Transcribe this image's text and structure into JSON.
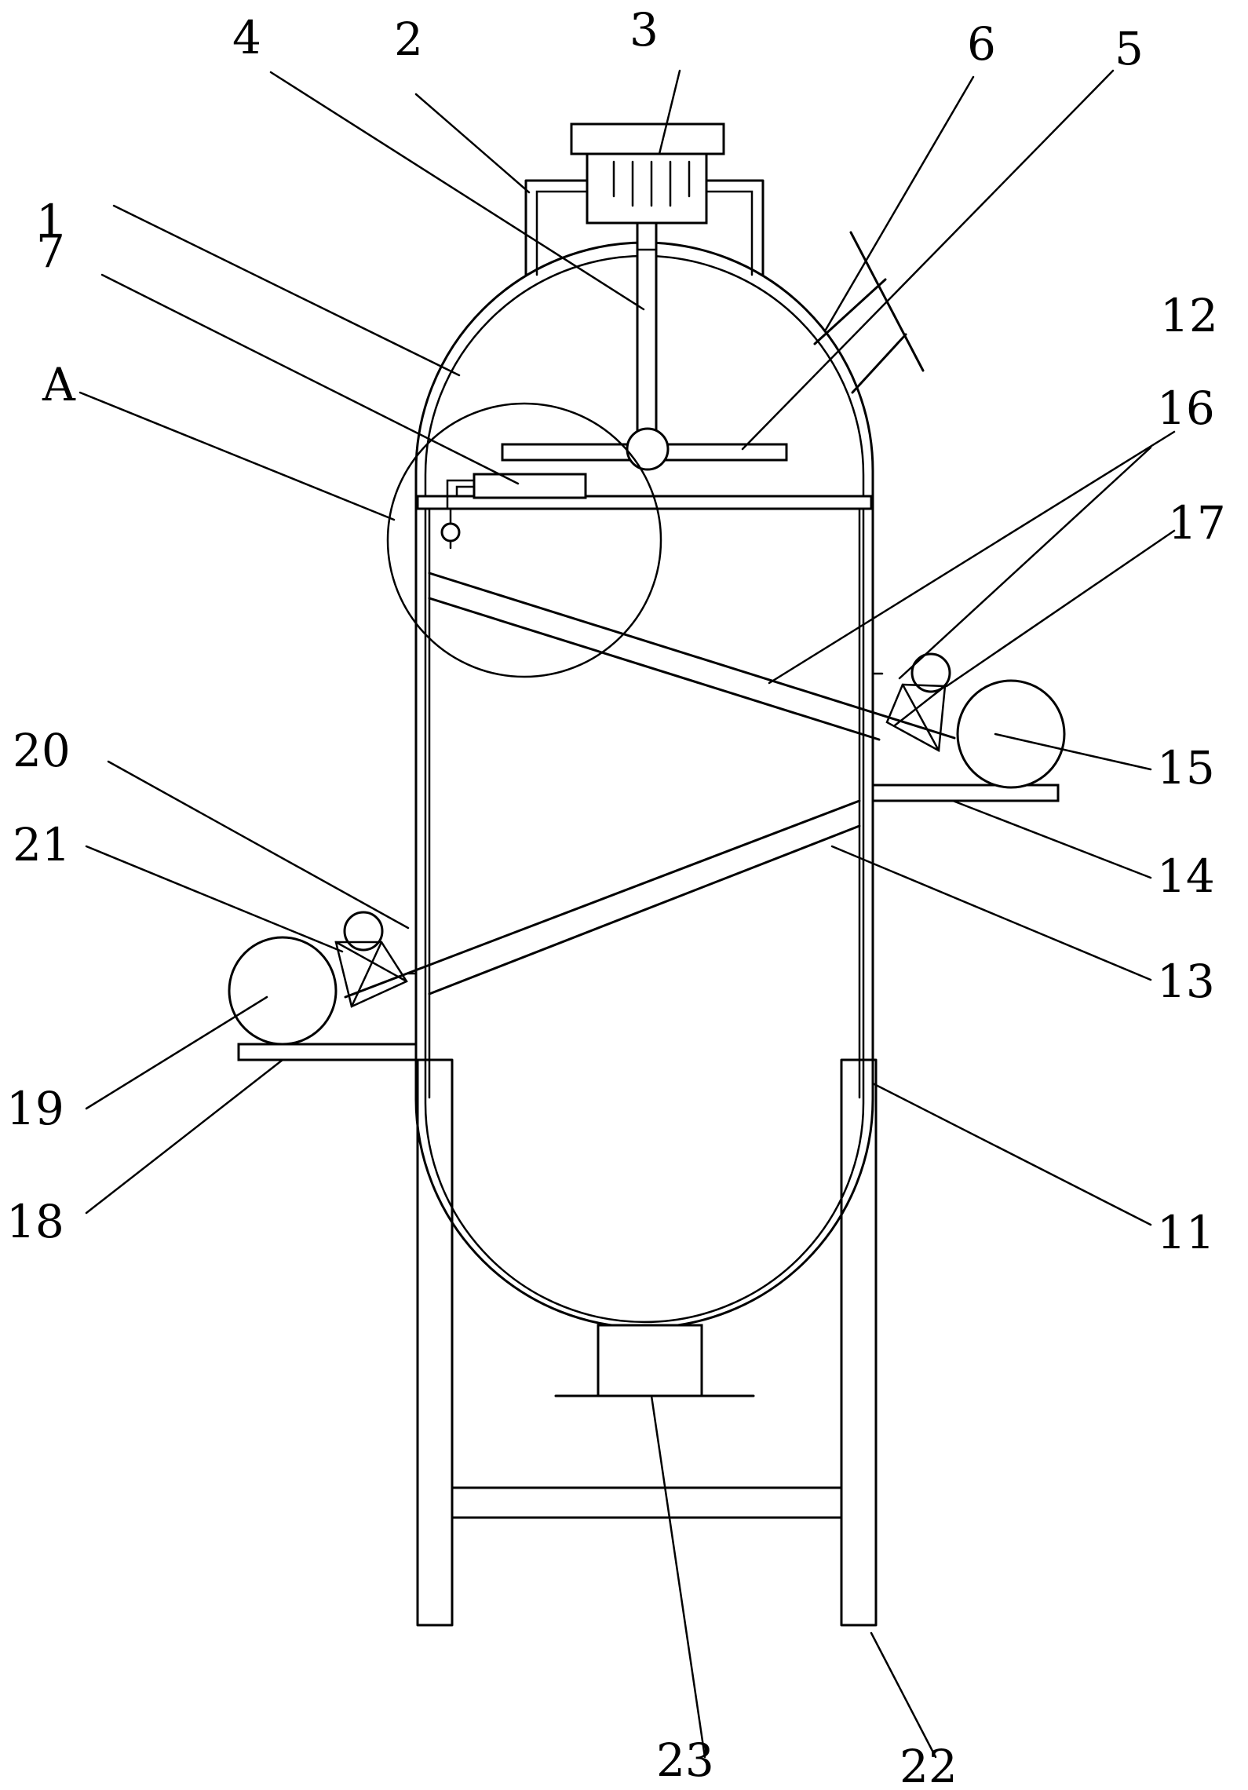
{
  "labels": {
    "l1": "1",
    "l2": "2",
    "l3": "3",
    "l4": "4",
    "l5": "5",
    "l6": "6",
    "l7": "7",
    "lA": "A",
    "l11": "11",
    "l12": "12",
    "l13": "13",
    "l14": "14",
    "l15": "15",
    "l16": "16",
    "l17": "17",
    "l18": "18",
    "l19": "19",
    "l20": "20",
    "l21": "21",
    "l22": "22",
    "l23": "23"
  }
}
